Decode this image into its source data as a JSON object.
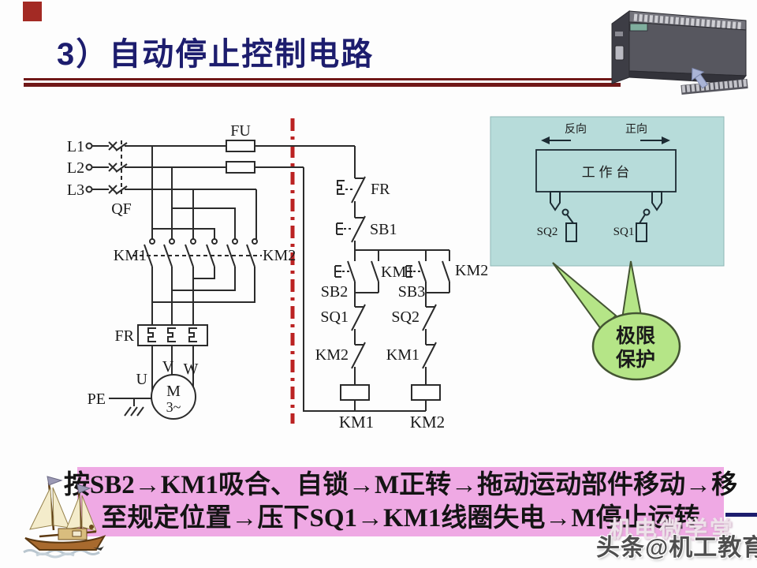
{
  "slide": {
    "title": "3）自动停止控制电路",
    "bottom_banner": {
      "line1": "按SB2→KM1吸合、自锁→M正转→拖动运动部件移动→移",
      "line2": "至规定位置→压下SQ1→KM1线圈失电→M停止运转"
    },
    "watermarks": {
      "back": "机电微学堂",
      "front": "头条@机工教育"
    }
  },
  "circuit": {
    "labels": {
      "L1": "L1",
      "L2": "L2",
      "L3": "L3",
      "QF": "QF",
      "FU": "FU",
      "KM1": "KM1",
      "KM2": "KM2",
      "FR": "FR",
      "SB1": "SB1",
      "SB2": "SB2",
      "SB3": "SB3",
      "SQ1": "SQ1",
      "SQ2": "SQ2",
      "U": "U",
      "V": "V",
      "W": "W",
      "PE": "PE",
      "M": "M",
      "M_sub": "3~"
    }
  },
  "worktable_panel": {
    "reverse": "反向",
    "forward": "正向",
    "table": "工 作 台",
    "left_switch": "SQ2",
    "right_switch": "SQ1"
  },
  "callout": {
    "line1": "极限",
    "line2": "保护"
  },
  "colors": {
    "title": "#1d1d6e",
    "rule": "#701818",
    "divider_red": "#bb2222",
    "panel_teal": "#b7dcda",
    "callout_green": "#b5e587",
    "banner_pink": "#efa9e4"
  }
}
